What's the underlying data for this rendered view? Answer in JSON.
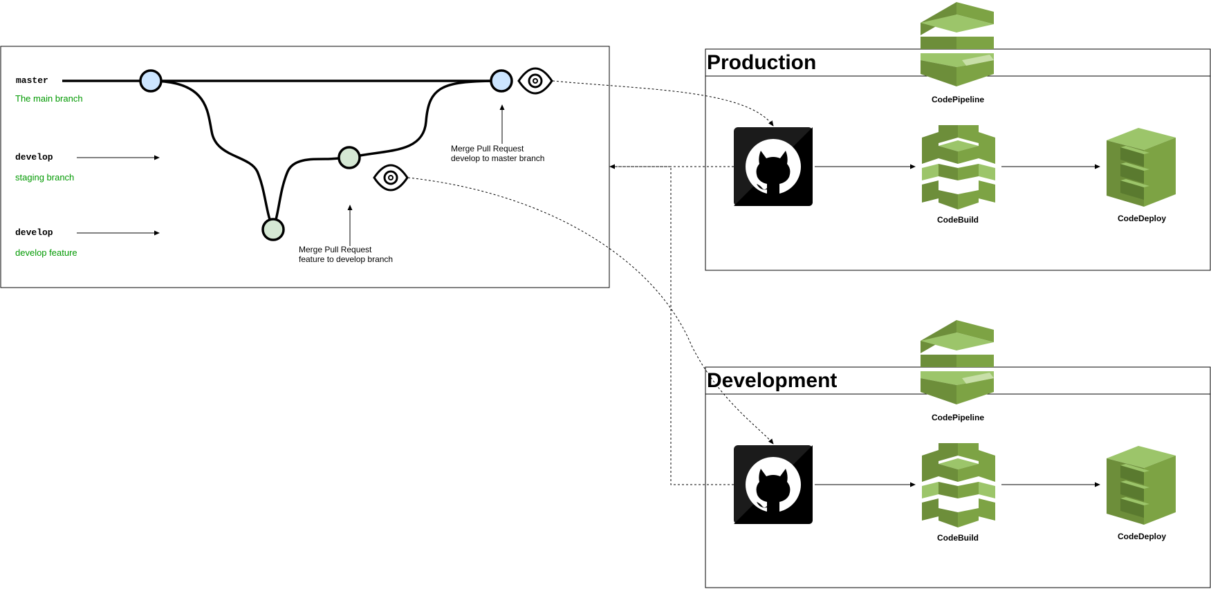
{
  "git_flow": {
    "branches": [
      {
        "name": "master",
        "description": "The main branch"
      },
      {
        "name": "develop",
        "description": "staging branch"
      },
      {
        "name": "develop",
        "description": "develop feature"
      }
    ],
    "notes": [
      {
        "text": "Merge Pull Request\nfeature to develop branch"
      },
      {
        "text": "Merge Pull Request\ndevelop to master branch"
      }
    ]
  },
  "environments": [
    {
      "title": "Production",
      "services": {
        "pipeline": "CodePipeline",
        "build": "CodeBuild",
        "deploy": "CodeDeploy"
      }
    },
    {
      "title": "Development",
      "services": {
        "pipeline": "CodePipeline",
        "build": "CodeBuild",
        "deploy": "CodeDeploy"
      }
    }
  ],
  "icons": [
    "github-icon",
    "codepipeline-icon",
    "codebuild-icon",
    "codedeploy-icon",
    "eye-icon"
  ],
  "colors": {
    "master_commit": "#cce5ff",
    "feature_commit": "#d5e8d4",
    "aws_green": "#6d8e3a",
    "aws_green_light": "#9cc56a",
    "branch_text_green": "#009900",
    "github_dark": "#1b1b1b"
  }
}
